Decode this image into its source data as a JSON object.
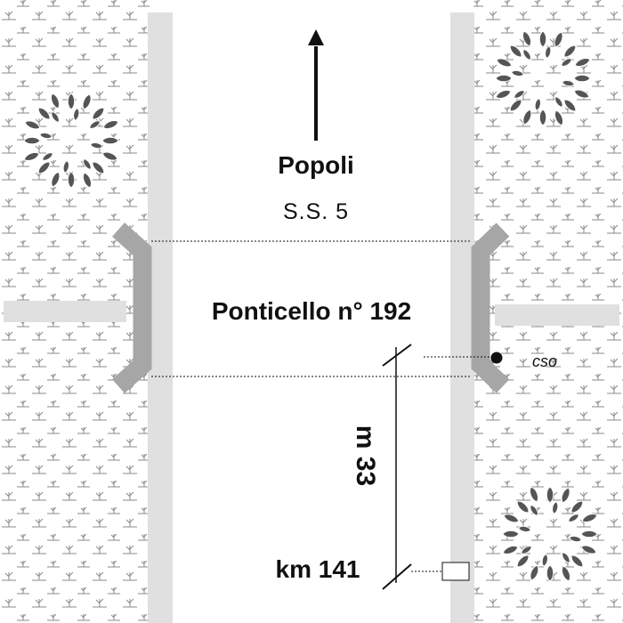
{
  "map": {
    "direction_label": "Popoli",
    "road_label": "S.S.  5",
    "bridge_label": "Ponticello n° 192",
    "distance_label": "m 33",
    "km_label": "km 141",
    "cso_label": "cso",
    "colors": {
      "background": "#ffffff",
      "curb": "#e0e0e0",
      "bridge_parapet": "#a6a6a6",
      "leaf": "#555555",
      "ink": "#111111",
      "grass": "#8a8a8a"
    },
    "icons": {
      "arrow": "north-arrow-icon",
      "tree": "tree-icon",
      "marker": "km-marker-icon",
      "point": "cso-point-icon"
    }
  }
}
